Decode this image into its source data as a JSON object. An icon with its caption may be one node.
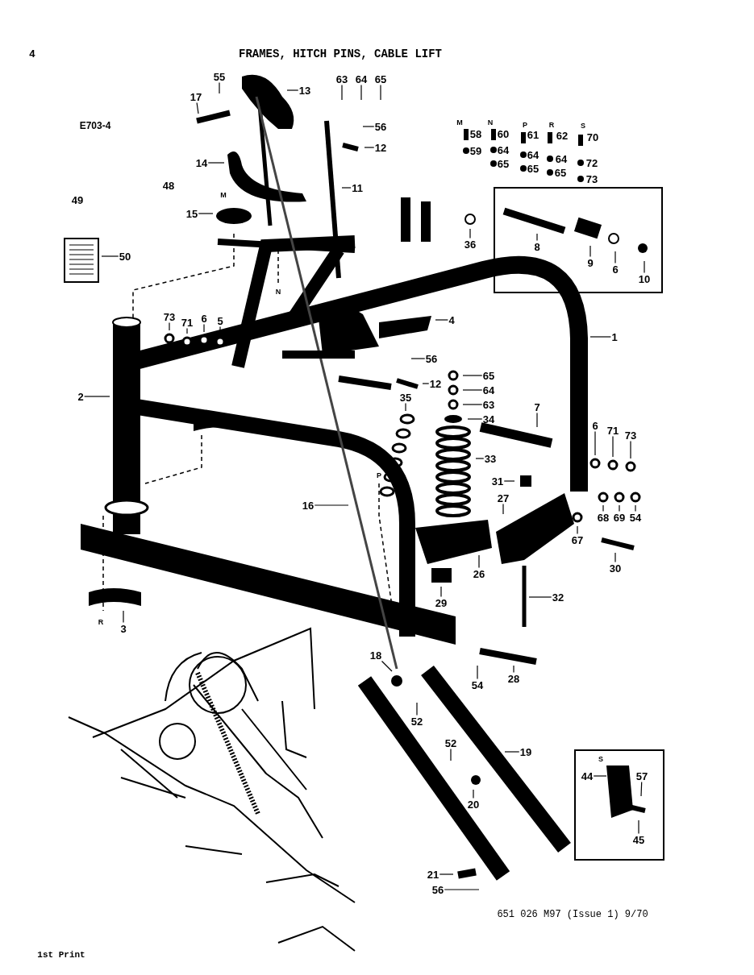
{
  "diagram": {
    "title": "FRAMES, HITCH PINS, CABLE LIFT",
    "nodes": [
      {
        "text": [],
        "shape": "box"
      },
      {
        "text": [],
        "shape": "box"
      },
      {
        "text": [
          "55"
        ]
      },
      {
        "text": [
          "17"
        ]
      },
      {
        "text": [
          "13"
        ]
      },
      {
        "text": [
          "63"
        ]
      },
      {
        "text": [
          "64"
        ]
      },
      {
        "text": [
          "65"
        ]
      },
      {
        "text": [
          "56"
        ]
      },
      {
        "text": [
          "12"
        ]
      },
      {
        "text": [
          "14"
        ]
      },
      {
        "text": [
          "11"
        ]
      },
      {
        "text": [
          "15"
        ]
      },
      {
        "text": [
          "36"
        ]
      },
      {
        "text": [
          "8"
        ],
        "in": 0
      },
      {
        "text": [
          "9"
        ],
        "in": 0
      },
      {
        "text": [
          "6"
        ],
        "in": 0
      },
      {
        "text": [
          "10"
        ],
        "in": 0
      },
      {
        "text": [
          "50"
        ]
      },
      {
        "text": [
          "73"
        ]
      },
      {
        "text": [
          "71"
        ]
      },
      {
        "text": [
          "6"
        ]
      },
      {
        "text": [
          "5"
        ]
      },
      {
        "text": [
          "4"
        ]
      },
      {
        "text": [
          "1"
        ]
      },
      {
        "text": [
          "2"
        ]
      },
      {
        "text": [
          "56"
        ]
      },
      {
        "text": [
          "12"
        ]
      },
      {
        "text": [
          "35"
        ]
      },
      {
        "text": [
          "65"
        ]
      },
      {
        "text": [
          "64"
        ]
      },
      {
        "text": [
          "63"
        ]
      },
      {
        "text": [
          "34"
        ]
      },
      {
        "text": [
          "7"
        ]
      },
      {
        "text": [
          "6"
        ]
      },
      {
        "text": [
          "71"
        ]
      },
      {
        "text": [
          "73"
        ]
      },
      {
        "text": [
          "33"
        ]
      },
      {
        "text": [
          "31"
        ]
      },
      {
        "text": [
          "27"
        ]
      },
      {
        "text": [
          "16"
        ]
      },
      {
        "text": [
          "67"
        ]
      },
      {
        "text": [
          "68"
        ]
      },
      {
        "text": [
          "69"
        ]
      },
      {
        "text": [
          "54"
        ]
      },
      {
        "text": [
          "30"
        ]
      },
      {
        "text": [
          "26"
        ]
      },
      {
        "text": [
          "32"
        ]
      },
      {
        "text": [
          "29"
        ]
      },
      {
        "text": [
          "3"
        ]
      },
      {
        "text": [
          "18"
        ]
      },
      {
        "text": [
          "54"
        ]
      },
      {
        "text": [
          "28"
        ]
      },
      {
        "text": [
          "52"
        ]
      },
      {
        "text": [
          "52"
        ]
      },
      {
        "text": [
          "19"
        ]
      },
      {
        "text": [
          "20"
        ]
      },
      {
        "text": [
          "44"
        ],
        "in": 1
      },
      {
        "text": [
          "57"
        ],
        "in": 1
      },
      {
        "text": [
          "45"
        ],
        "in": 1
      },
      {
        "text": [
          "21"
        ]
      },
      {
        "text": [
          "56"
        ]
      }
    ],
    "edges": [
      {
        "from": 2,
        "to": null,
        "arrow": "none"
      },
      {
        "from": 3,
        "to": null,
        "arrow": "none"
      },
      {
        "from": 4,
        "to": null,
        "arrow": "none"
      },
      {
        "from": 5,
        "to": null,
        "arrow": "none"
      },
      {
        "from": 6,
        "to": null,
        "arrow": "none"
      },
      {
        "from": 7,
        "to": null,
        "arrow": "none"
      },
      {
        "from": 8,
        "to": null,
        "arrow": "none"
      },
      {
        "from": 9,
        "to": null,
        "arrow": "none"
      },
      {
        "from": 10,
        "to": null,
        "arrow": "none"
      },
      {
        "from": 11,
        "to": null,
        "arrow": "none"
      },
      {
        "from": 12,
        "to": null,
        "arrow": "none"
      },
      {
        "from": 13,
        "to": null,
        "arrow": "none"
      },
      {
        "from": 14,
        "to": null,
        "arrow": "none"
      },
      {
        "from": 15,
        "to": null,
        "arrow": "none"
      },
      {
        "from": 16,
        "to": null,
        "arrow": "none"
      },
      {
        "from": 17,
        "to": null,
        "arrow": "none"
      },
      {
        "from": 18,
        "to": null,
        "arrow": "none"
      },
      {
        "from": 19,
        "to": null,
        "arrow": "none"
      },
      {
        "from": 20,
        "to": null,
        "arrow": "none"
      },
      {
        "from": 21,
        "to": null,
        "arrow": "none"
      },
      {
        "from": 22,
        "to": null,
        "arrow": "none"
      },
      {
        "from": 23,
        "to": null,
        "arrow": "none"
      },
      {
        "from": 24,
        "to": null,
        "arrow": "none"
      },
      {
        "from": 25,
        "to": null,
        "arrow": "none"
      },
      {
        "from": 26,
        "to": null,
        "arrow": "none"
      },
      {
        "from": 27,
        "to": null,
        "arrow": "none"
      },
      {
        "from": 28,
        "to": null,
        "arrow": "none"
      },
      {
        "from": 29,
        "to": null,
        "arrow": "none"
      },
      {
        "from": 30,
        "to": null,
        "arrow": "none"
      },
      {
        "from": 31,
        "to": null,
        "arrow": "none"
      },
      {
        "from": 32,
        "to": null,
        "arrow": "none"
      },
      {
        "from": 33,
        "to": null,
        "arrow": "none"
      },
      {
        "from": 34,
        "to": null,
        "arrow": "none"
      },
      {
        "from": 35,
        "to": null,
        "arrow": "none"
      },
      {
        "from": 36,
        "to": null,
        "arrow": "none"
      },
      {
        "from": 37,
        "to": null,
        "arrow": "none"
      },
      {
        "from": 38,
        "to": null,
        "arrow": "none"
      },
      {
        "from": 39,
        "to": null,
        "arrow": "none"
      },
      {
        "from": 40,
        "to": null,
        "arrow": "none"
      },
      {
        "from": 41,
        "to": null,
        "arrow": "none"
      },
      {
        "from": 42,
        "to": null,
        "arrow": "none"
      },
      {
        "from": 43,
        "to": null,
        "arrow": "none"
      },
      {
        "from": 44,
        "to": null,
        "arrow": "none"
      },
      {
        "from": 45,
        "to": null,
        "arrow": "none"
      },
      {
        "from": 46,
        "to": null,
        "arrow": "none"
      },
      {
        "from": 47,
        "to": null,
        "arrow": "none"
      },
      {
        "from": 48,
        "to": null,
        "arrow": "none"
      },
      {
        "from": 49,
        "to": null,
        "arrow": "none"
      },
      {
        "from": 50,
        "to": null,
        "arrow": "none"
      },
      {
        "from": 51,
        "to": null,
        "arrow": "none"
      },
      {
        "from": 52,
        "to": null,
        "arrow": "none"
      },
      {
        "from": 53,
        "to": null,
        "arrow": "none"
      },
      {
        "from": 54,
        "to": null,
        "arrow": "none"
      },
      {
        "from": 55,
        "to": null,
        "arrow": "none"
      },
      {
        "from": 56,
        "to": null,
        "arrow": "none"
      },
      {
        "from": 57,
        "to": null,
        "arrow": "none"
      },
      {
        "from": 58,
        "to": null,
        "arrow": "none"
      },
      {
        "from": 59,
        "to": null,
        "arrow": "none"
      },
      {
        "from": 60,
        "to": null,
        "arrow": "none"
      },
      {
        "from": 61,
        "to": null,
        "arrow": "none"
      }
    ],
    "labels": [
      "4",
      "E703-4",
      "48",
      "49",
      "M",
      "58",
      "59",
      "N",
      "60",
      "64",
      "65",
      "P",
      "61",
      "64",
      "65",
      "R",
      "62",
      "64",
      "65",
      "S",
      "70",
      "72",
      "73",
      "M",
      "N",
      "P",
      "R",
      "S",
      "651 026 M97 (Issue 1) 9/70",
      "1st Print"
    ]
  }
}
